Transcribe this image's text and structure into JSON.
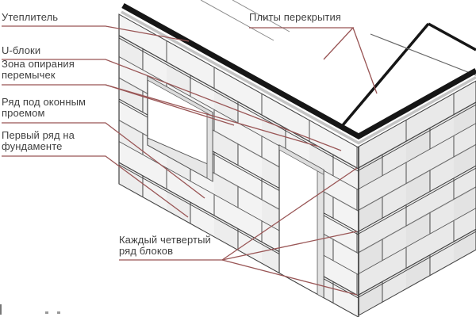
{
  "diagram": {
    "type": "isometric-construction-scheme",
    "subject": "masonry block wall with floor slabs",
    "language": "ru"
  },
  "labels": {
    "insulation": {
      "line1": "Утеплитель"
    },
    "u_blocks": {
      "line1": "U-блоки"
    },
    "lintel_bearing_zone": {
      "line1": "Зона опирания",
      "line2": "перемычек"
    },
    "row_under_window": {
      "line1": "Ряд под оконным",
      "line2": "проемом"
    },
    "first_row_on_foundation": {
      "line1": "Первый ряд на",
      "line2": "фундаменте"
    },
    "floor_slabs": {
      "line1": "Плиты перекрытия"
    },
    "every_fourth_row": {
      "line1": "Каждый четвертый",
      "line2": "ряд блоков"
    }
  },
  "colors": {
    "text": "#3f3f3f",
    "leader_line": "#995555",
    "block_outline": "#595959",
    "wall_outline": "#444444",
    "block_fill_left": "#f3f3f3",
    "block_fill_left_alt": "#ededed",
    "block_fill_right": "#e9e9e9",
    "block_fill_right_alt": "#e3e3e3",
    "band_black": "#161616",
    "band_gray": "#c4c4c4",
    "reveal_gray": "#e2e2e2",
    "background": "#ffffff"
  }
}
